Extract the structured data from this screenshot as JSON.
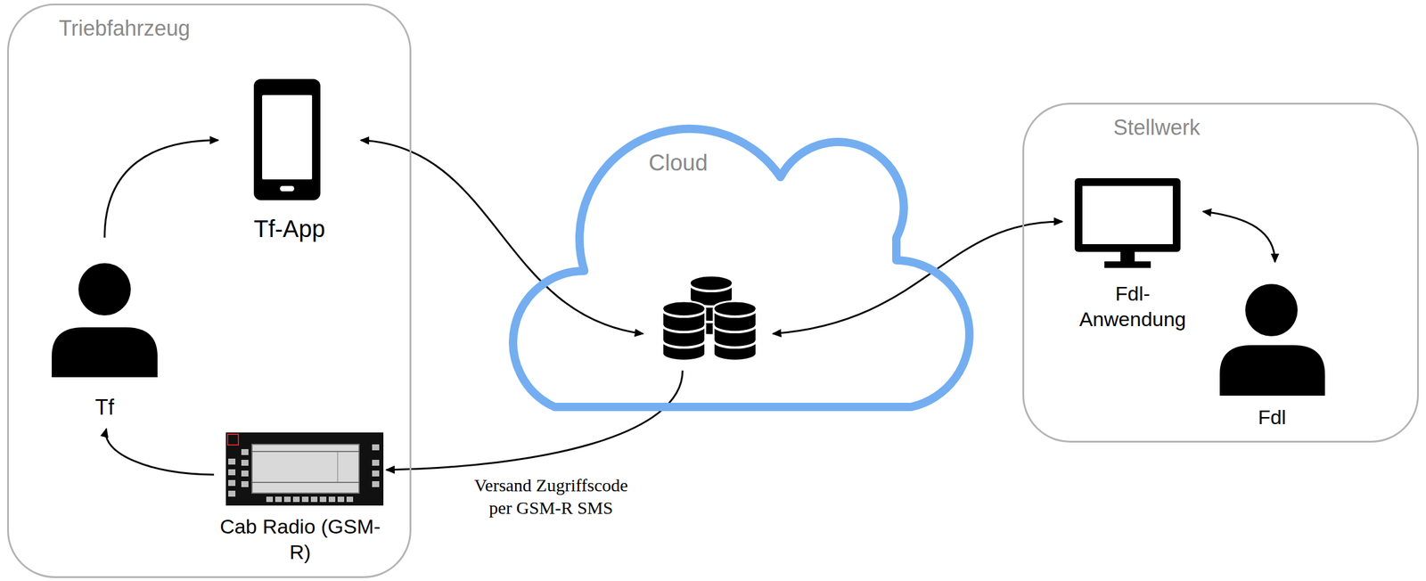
{
  "diagram": {
    "nodes": [
      {
        "text": [
          "Triebfahrzeug"
        ]
      },
      {
        "text": [
          "Tf-App"
        ],
        "in": 0
      },
      {
        "text": [
          "Tf"
        ],
        "in": 0
      },
      {
        "text": [
          "Cab Radio (GSM-R)"
        ],
        "in": 0
      },
      {
        "text": [
          "Cloud"
        ]
      },
      {
        "text": [
          "Stellwerk"
        ]
      },
      {
        "text": [
          "Fdl- Anwendung"
        ],
        "in": 5
      },
      {
        "text": [
          "Fdl"
        ],
        "in": 5
      }
    ],
    "edges": [
      {
        "from": 2,
        "to": 1,
        "arrow": "to"
      },
      {
        "from": 1,
        "to": 4,
        "arrow": "both"
      },
      {
        "from": 4,
        "to": 6,
        "arrow": "both"
      },
      {
        "from": 6,
        "to": 7,
        "arrow": "both"
      },
      {
        "from": 4,
        "to": 3,
        "label": "Versand Zugriffscode per GSM-R SMS",
        "arrow": "to"
      },
      {
        "from": 3,
        "to": 2,
        "arrow": "to"
      }
    ]
  }
}
